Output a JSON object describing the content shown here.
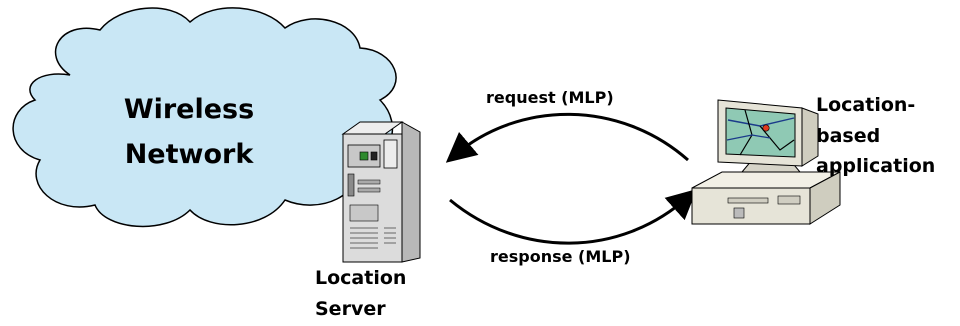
{
  "cloud": {
    "line1": "Wireless",
    "line2": "Network"
  },
  "server": {
    "line1": "Location",
    "line2": "Server"
  },
  "client": {
    "line1": "Location-",
    "line2": "based",
    "line3": "application"
  },
  "arrows": {
    "request": "request (MLP)",
    "response": "response (MLP)"
  },
  "colors": {
    "cloud_fill": "#c9e7f5",
    "outline": "#000000",
    "computer_body": "#e6e4d8",
    "screen_bg": "#8fc9b4",
    "server_body": "#dcdcdc"
  }
}
